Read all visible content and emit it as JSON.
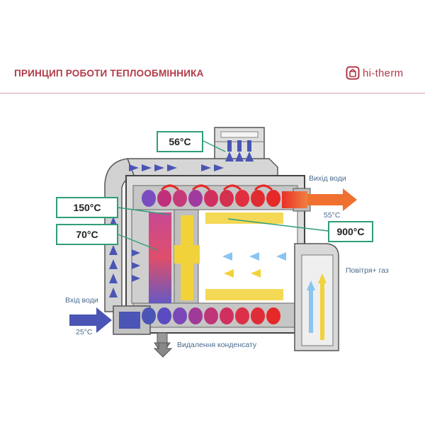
{
  "header": {
    "title": "ПРИНЦИП РОБОТИ ТЕПЛООБМІННИКА",
    "brand": "hi-therm"
  },
  "temps": {
    "t56": "56°C",
    "t150": "150°C",
    "t70": "70°C",
    "t900": "900°C"
  },
  "labels": {
    "water_out": "Вихід води",
    "temp_out": "55°C",
    "air_gas": "Повітря+ газ",
    "water_in": "Вхід води",
    "temp_in": "25°C",
    "condensate": "Видалення конденсату"
  },
  "colors": {
    "brand": "#b23a48",
    "box_border": "#2f9e78",
    "cold": "#4a55b5",
    "hot": "#e03030",
    "flame": "#f2d23a",
    "outlet": "#f07030",
    "air": "#8ac4f0"
  },
  "icons": [
    "logo-icon",
    "arrow-icon"
  ]
}
